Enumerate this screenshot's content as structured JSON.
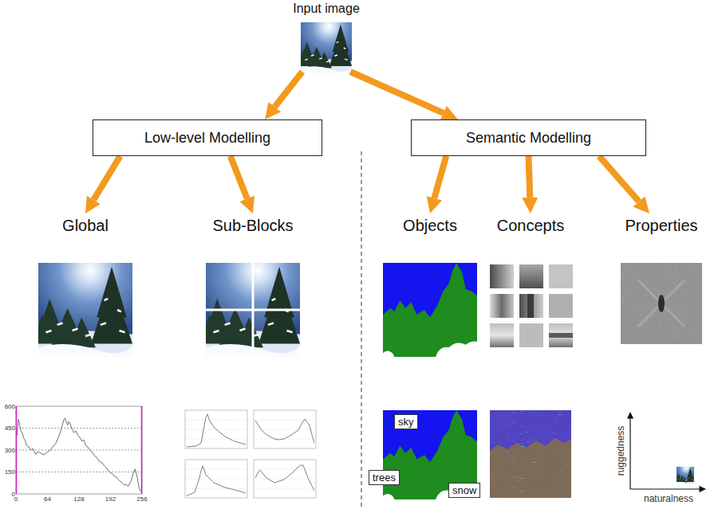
{
  "diagram": {
    "nodes": [
      {
        "text": [
          "Input image"
        ]
      },
      {
        "text": [
          "Low-level Modelling"
        ]
      },
      {
        "text": [
          "Semantic Modelling"
        ]
      },
      {
        "text": [
          "Global"
        ]
      },
      {
        "text": [
          "Sub-Blocks"
        ]
      },
      {
        "text": [
          "Objects"
        ]
      },
      {
        "text": [
          "Concepts"
        ]
      },
      {
        "text": [
          "Properties"
        ]
      },
      {
        "text": [
          "sky"
        ]
      },
      {
        "text": [
          "trees"
        ]
      },
      {
        "text": [
          "snow"
        ]
      }
    ],
    "edges": [
      {
        "from": 0,
        "to": 1,
        "arrow": "to"
      },
      {
        "from": 0,
        "to": 2,
        "arrow": "to"
      },
      {
        "from": 1,
        "to": 3,
        "arrow": "to"
      },
      {
        "from": 1,
        "to": 4,
        "arrow": "to"
      },
      {
        "from": 2,
        "to": 5,
        "arrow": "to"
      },
      {
        "from": 2,
        "to": 6,
        "arrow": "to"
      },
      {
        "from": 2,
        "to": 7,
        "arrow": "to"
      }
    ],
    "labels": [
      "600",
      "450",
      "300",
      "150",
      "0",
      "0",
      "64",
      "128",
      "192",
      "256",
      "ruggedness",
      "naturalness"
    ]
  }
}
